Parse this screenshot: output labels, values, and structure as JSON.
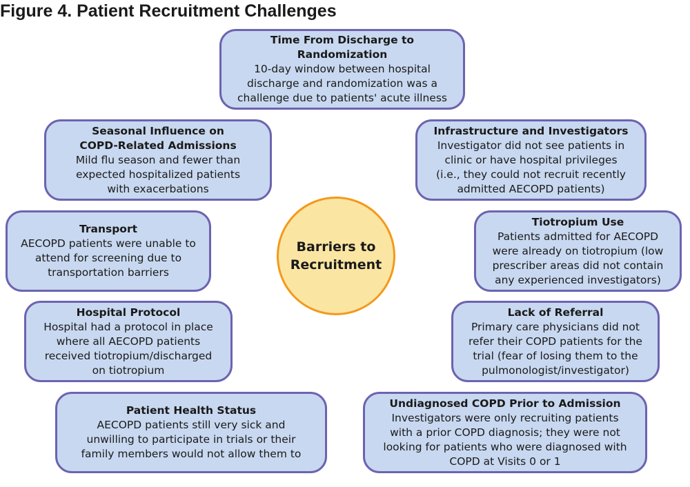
{
  "figure_title": "Figure 4. Patient Recruitment Challenges",
  "center": {
    "line1": "Barriers to",
    "line2": "Recruitment"
  },
  "boxes": {
    "discharge": {
      "title": "Time From Discharge to Randomization",
      "lines": [
        "10-day window between hospital",
        "discharge and randomization was a",
        "challenge due to patients' acute illness"
      ]
    },
    "seasonal": {
      "title_lines": [
        "Seasonal Influence on",
        "COPD-Related Admissions"
      ],
      "lines": [
        "Mild flu season and fewer than",
        "expected hospitalized patients",
        "with exacerbations"
      ]
    },
    "infrastructure": {
      "title": "Infrastructure and Investigators",
      "lines": [
        "Investigator did not see patients in",
        "clinic or have hospital privileges",
        "(i.e., they could not recruit recently",
        "admitted AECOPD patients)"
      ]
    },
    "transport": {
      "title": "Transport",
      "lines": [
        "AECOPD patients were unable to",
        "attend for screening due to",
        "transportation barriers"
      ]
    },
    "tiotropium": {
      "title": "Tiotropium Use",
      "lines": [
        "Patients admitted for AECOPD",
        "were already on tiotropium (low",
        "prescriber areas did not contain",
        "any experienced investigators)"
      ]
    },
    "protocol": {
      "title": "Hospital Protocol",
      "lines": [
        "Hospital had a protocol in place",
        "where all AECOPD patients",
        "received tiotropium/discharged",
        "on tiotropium"
      ]
    },
    "referral": {
      "title": "Lack of Referral",
      "lines": [
        "Primary care physicians did not",
        "refer their COPD patients for the",
        "trial (fear of losing them to the",
        "pulmonologist/investigator)"
      ]
    },
    "health": {
      "title": "Patient Health Status",
      "lines": [
        "AECOPD patients still very sick and",
        "unwilling to participate in trials or their",
        "family members would not allow them to"
      ]
    },
    "undiagnosed": {
      "title": "Undiagnosed COPD Prior to Admission",
      "lines": [
        "Investigators were only recruiting patients",
        "with a prior COPD diagnosis; they were not",
        "looking for patients who were diagnosed with",
        "COPD at Visits 0 or 1"
      ]
    }
  }
}
